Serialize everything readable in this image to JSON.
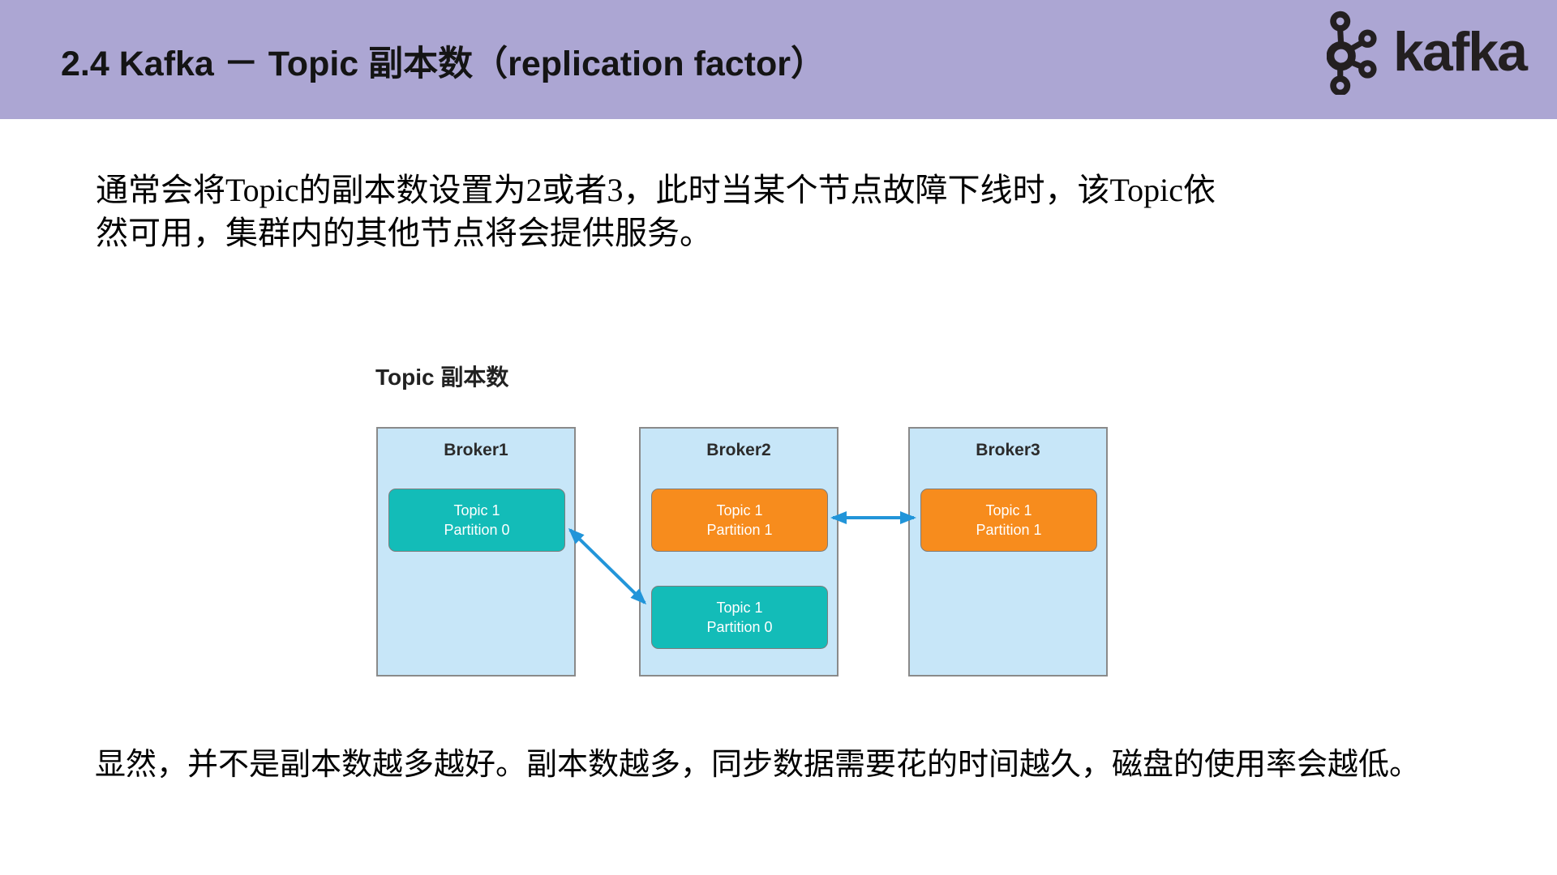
{
  "header": {
    "title": "2.4 Kafka － Topic 副本数（replication factor）",
    "logo_text": "kafka"
  },
  "intro": {
    "line1": "通常会将Topic的副本数设置为2或者3，此时当某个节点故障下线时，该Topic依",
    "line2": "然可用，集群内的其他节点将会提供服务。"
  },
  "diagram": {
    "title": "Topic 副本数",
    "brokers": [
      {
        "label": "Broker1",
        "partitions": [
          {
            "line1": "Topic 1",
            "line2": "Partition 0",
            "color": "teal"
          }
        ]
      },
      {
        "label": "Broker2",
        "partitions": [
          {
            "line1": "Topic 1",
            "line2": "Partition 1",
            "color": "orange"
          },
          {
            "line1": "Topic 1",
            "line2": "Partition 0",
            "color": "teal"
          }
        ]
      },
      {
        "label": "Broker3",
        "partitions": [
          {
            "line1": "Topic 1",
            "line2": "Partition 1",
            "color": "orange"
          }
        ]
      }
    ],
    "arrows": [
      {
        "from": "Broker1/Topic1-Partition0",
        "to": "Broker2/Topic1-Partition0",
        "type": "double-headed"
      },
      {
        "from": "Broker2/Topic1-Partition1",
        "to": "Broker3/Topic1-Partition1",
        "type": "double-headed"
      }
    ]
  },
  "footer": {
    "note": "显然，并不是副本数越多越好。副本数越多，同步数据需要花的时间越久，磁盘的使用率会越低。"
  },
  "colors": {
    "header-purple": "#ACA6D3",
    "broker-fill": "#C7E6F8",
    "broker-border": "#8A8A8A",
    "partition-teal": "#13BCB8",
    "partition-orange": "#F78C1D",
    "partition-border": "#7C7C7C",
    "arrow-blue": "#2295D9",
    "logo-dark": "#231F20"
  }
}
